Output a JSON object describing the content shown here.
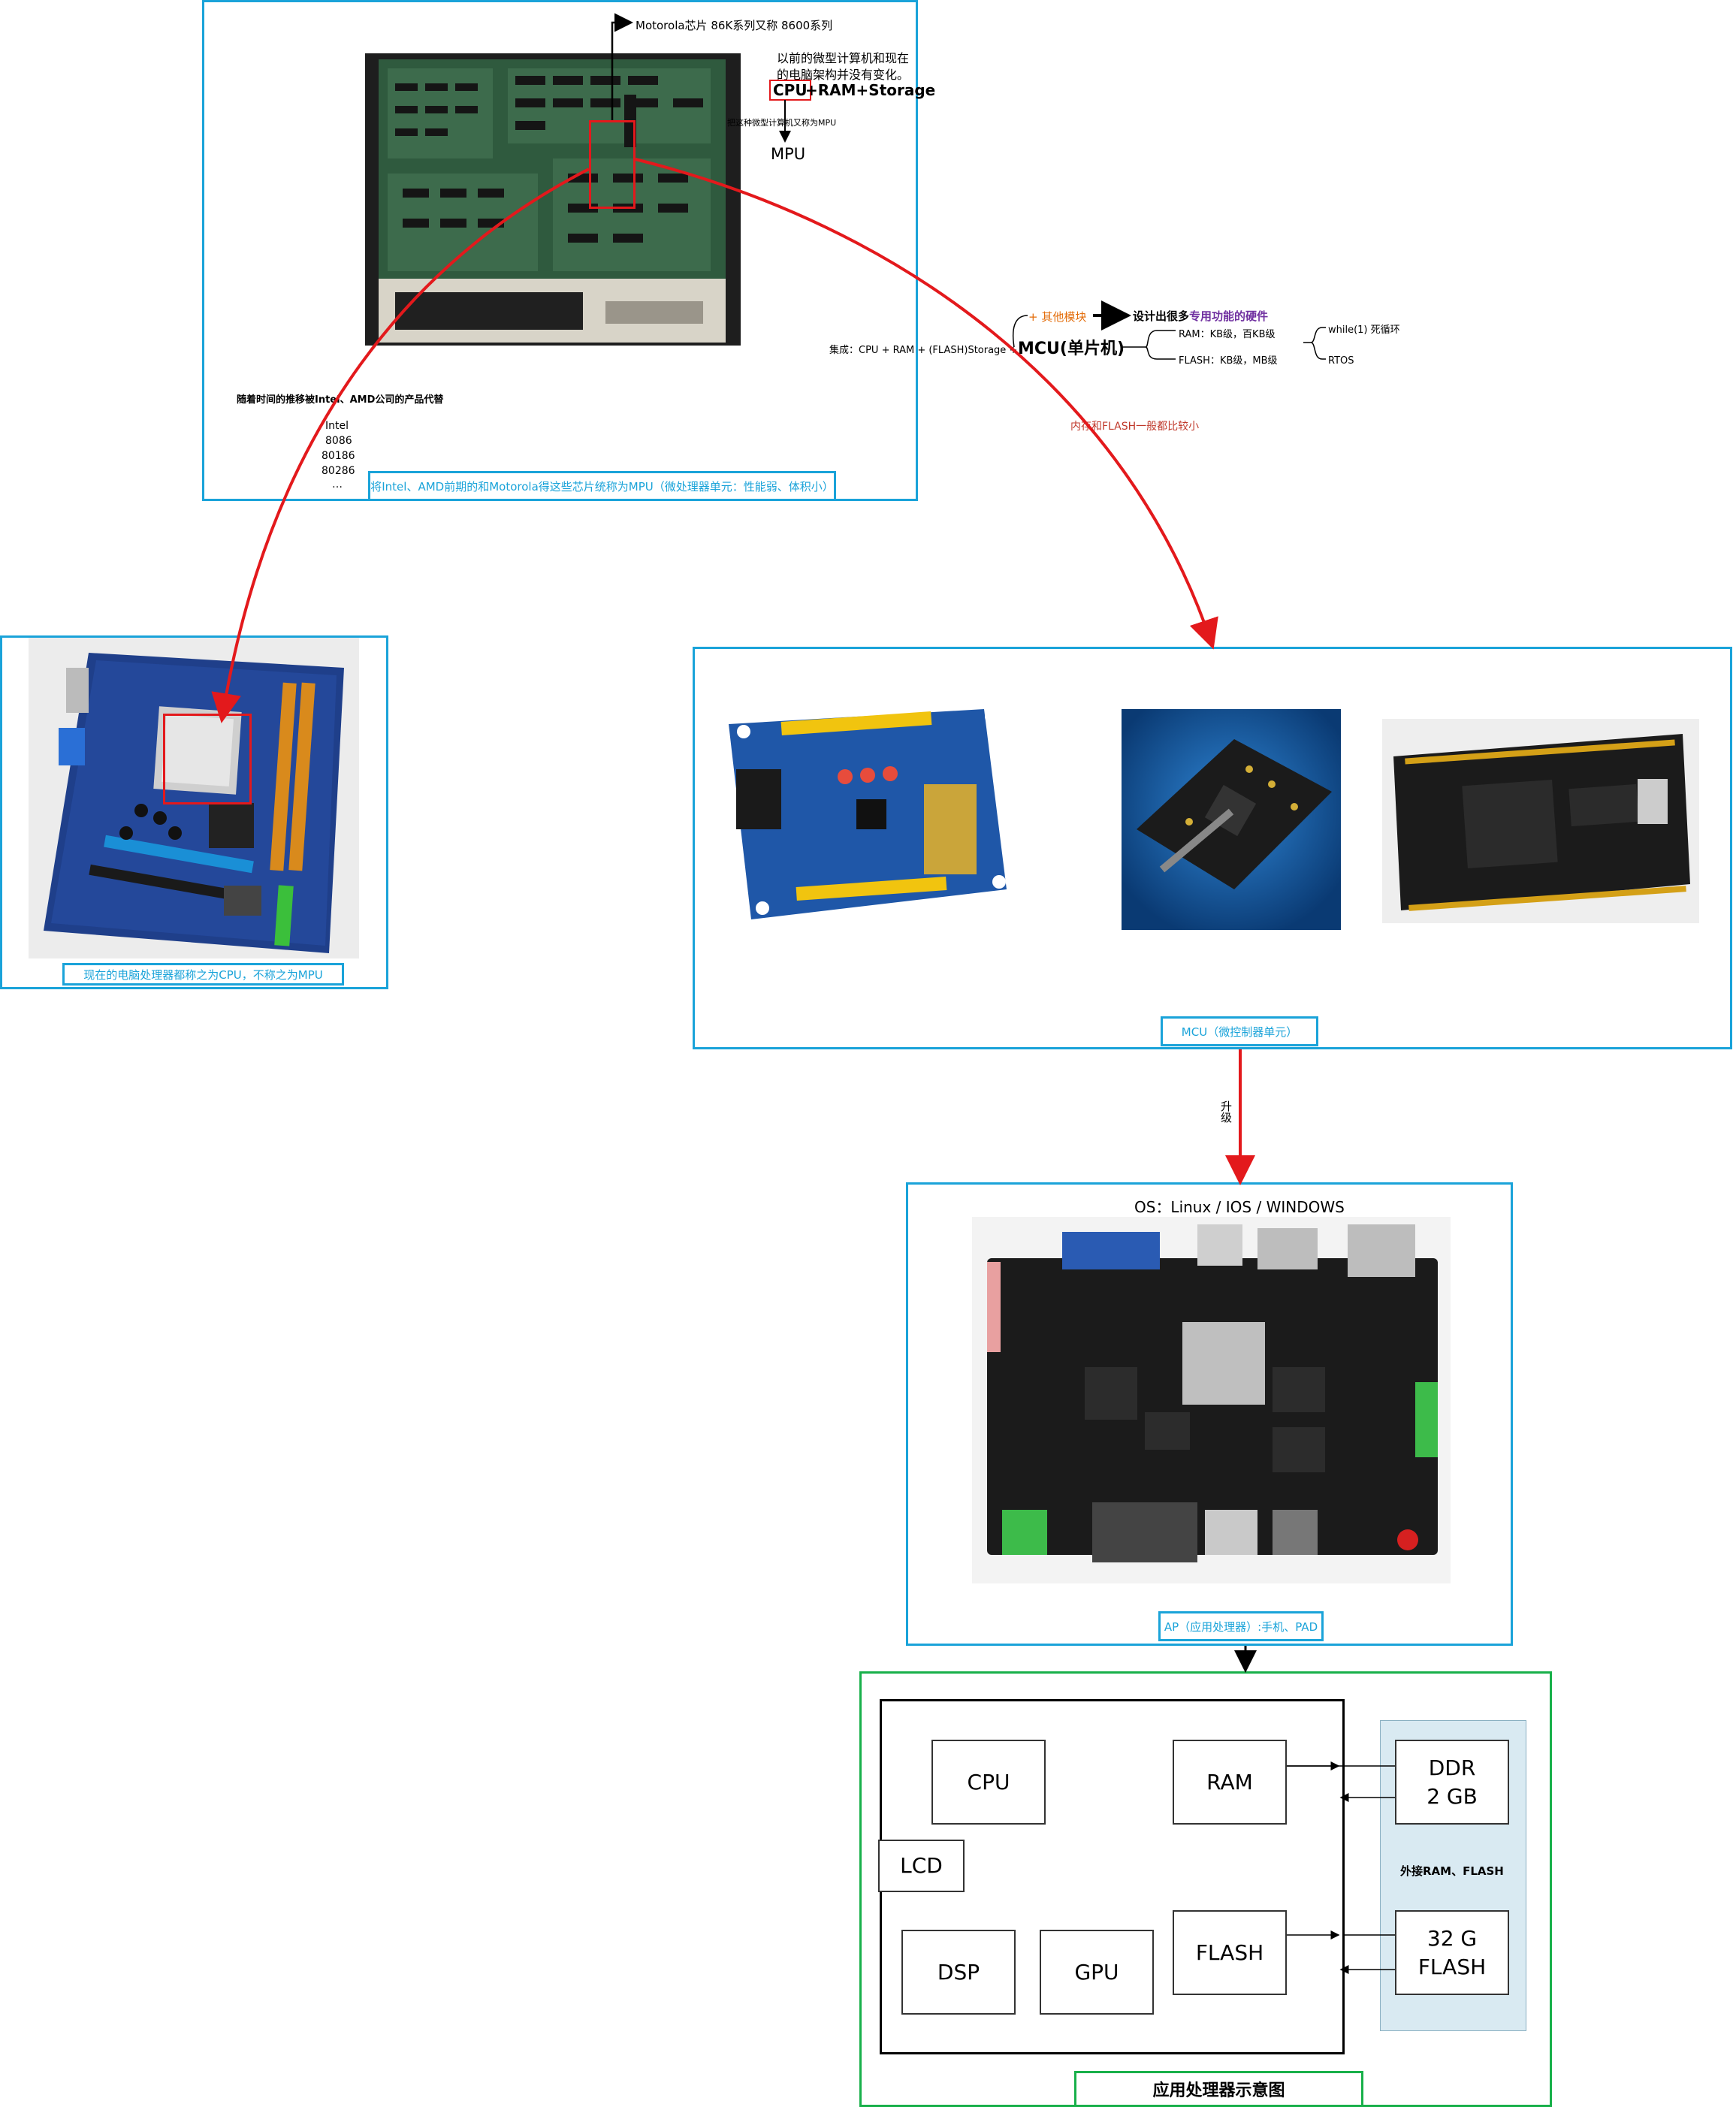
{
  "mpu_panel": {
    "motorola_label": "Motorola芯片 86K系列又称 8600系列",
    "arch_line1": "以前的微型计算机和现在",
    "arch_line2": "的电脑架构并没有变化。",
    "cpu_word": "CPU",
    "ram_storage": "+RAM+Storage",
    "small_note": "把这种微型计算机又称为MPU",
    "mpu_word": "MPU",
    "history_note": "随着时间的推移被Intel、AMD公司的产品代替",
    "intel_list": [
      "Intel",
      "8086",
      "80186",
      "80286",
      "…"
    ],
    "caption": "将Intel、AMD前期的和Motorola得这些芯片统称为MPU（微处理器单元：性能弱、体积小）"
  },
  "mcu_tree": {
    "integration": "集成：CPU + RAM + (FLASH)Storage +",
    "mcu_title": "MCU(单片机)",
    "other_modules": "+ 其他模块",
    "design_prefix": "设计出很多",
    "design_highlight": "专用功能的硬件",
    "ram_line": "RAM：KB级，百KB级",
    "flash_line": "FLASH：KB级，MB级",
    "while_loop": "while(1) 死循环",
    "rtos": "RTOS",
    "memory_note": "内存和FLASH一般都比较小"
  },
  "pc_panel": {
    "caption": "现在的电脑处理器都称之为CPU，不称之为MPU"
  },
  "mcu_panel": {
    "caption": "MCU（微控制器单元）"
  },
  "upgrade_label": "升级",
  "ap_panel": {
    "os_label": "OS：Linux / IOS / WINDOWS",
    "caption": "AP（应用处理器）:手机、PAD"
  },
  "ap_diagram": {
    "blocks": {
      "cpu": "CPU",
      "ram": "RAM",
      "lcd": "LCD",
      "dsp": "DSP",
      "gpu": "GPU",
      "flash": "FLASH"
    },
    "ddr": "DDR\n2 GB",
    "ext_flash": "32 G\nFLASH",
    "external_label": "外接RAM、FLASH",
    "caption": "应用处理器示意图"
  },
  "colors": {
    "frame_blue": "#1aa3d9",
    "frame_green": "#18b04a",
    "arrow_red": "#e3191c",
    "highlight_purple": "#7030a0",
    "orange_text": "#e36c09",
    "external_bg": "#d9eaf2",
    "pcb_green": "#2b5a33",
    "pcb_blue": "#1f3f8a",
    "pcb_black": "#1b1b1b"
  },
  "icons": [
    "pcb-photo-icon",
    "motherboard-photo-icon",
    "dev-board-photo-icon",
    "arrow-icon"
  ]
}
